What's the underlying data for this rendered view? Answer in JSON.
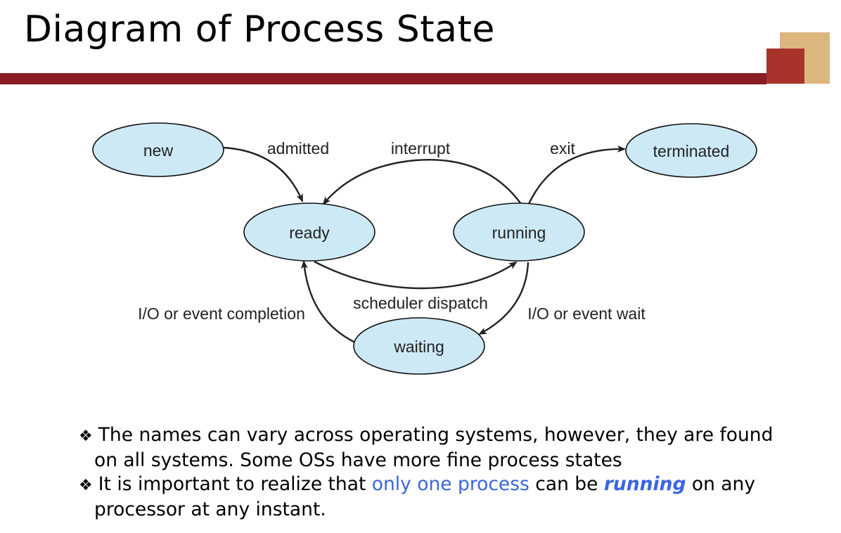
{
  "slide": {
    "title": "Diagram of Process State"
  },
  "diagram": {
    "states": {
      "new": "new",
      "ready": "ready",
      "running": "running",
      "waiting": "waiting",
      "terminated": "terminated"
    },
    "transitions": {
      "admitted": "admitted",
      "interrupt": "interrupt",
      "exit": "exit",
      "scheduler_dispatch": "scheduler dispatch",
      "io_event_completion": "I/O or event completion",
      "io_event_wait": "I/O or event wait"
    }
  },
  "bullets": {
    "marker": "❖",
    "item1": {
      "text": "The names can vary across operating systems, however, they are found on all systems. Some OSs have more fine process states"
    },
    "item2": {
      "part1": "It is important to realize that ",
      "highlight": "only one process",
      "part2": " can be ",
      "emphasis": "running",
      "part3": " on any processor at any instant."
    }
  },
  "colors": {
    "title_rule": "#8b1c24",
    "accent_gold": "#dcb67f",
    "accent_red": "#a8332b",
    "state_fill": "#cde9f6",
    "highlight_blue": "#3a66e0"
  }
}
